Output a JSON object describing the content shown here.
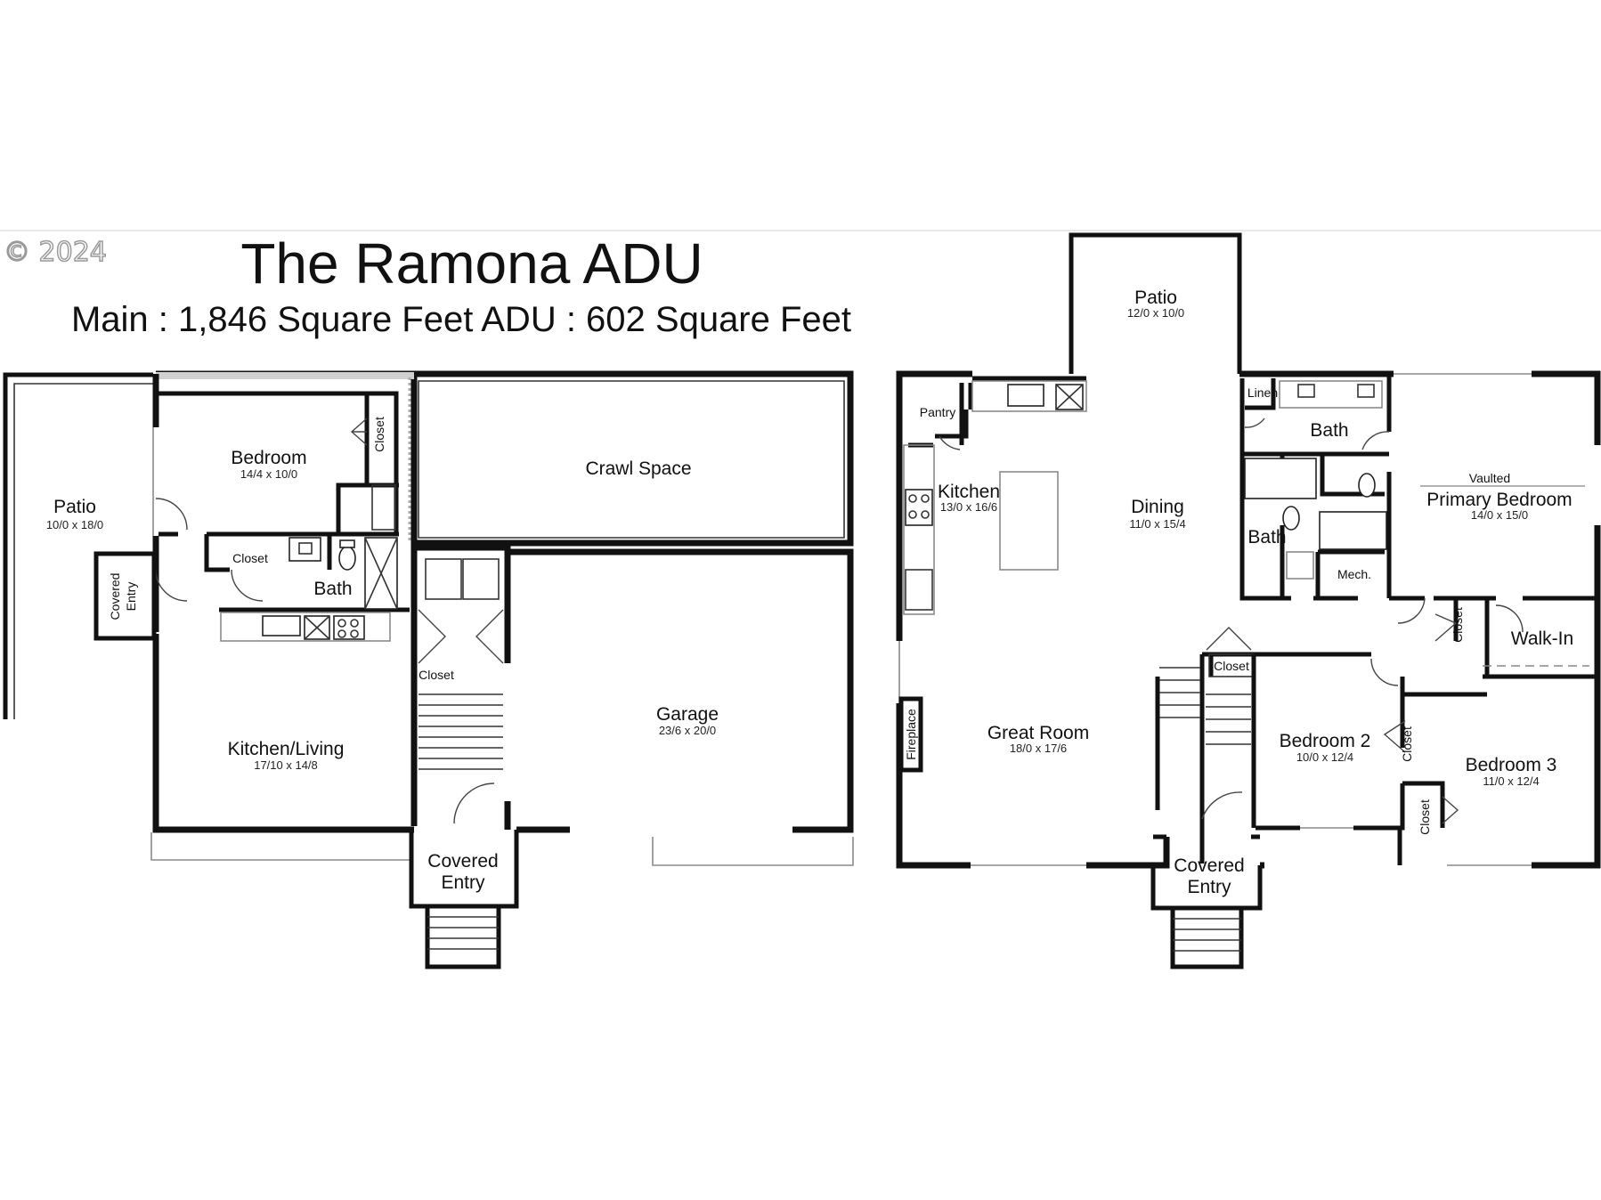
{
  "copyright": "© 2024",
  "title": "The Ramona ADU",
  "subtitle": "Main : 1,846 Square Feet  ADU : 602 Square Feet",
  "adu_floor": {
    "patio": {
      "name": "Patio",
      "dim": "10/0 x 18/0"
    },
    "covered_entry": {
      "line1": "Covered",
      "line2": "Entry"
    },
    "bedroom": {
      "name": "Bedroom",
      "dim": "14/4 x 10/0"
    },
    "closet_bedroom": "Closet",
    "closet_hall": "Closet",
    "bath": "Bath",
    "kitchen_living": {
      "name": "Kitchen/Living",
      "dim": "17/10 x 14/8"
    },
    "crawl_space": "Crawl Space",
    "closet_stair": "Closet",
    "garage": {
      "name": "Garage",
      "dim": "23/6 x 20/0"
    },
    "front_entry": {
      "line1": "Covered",
      "line2": "Entry"
    }
  },
  "main_floor": {
    "patio": {
      "name": "Patio",
      "dim": "12/0 x 10/0"
    },
    "pantry": "Pantry",
    "kitchen": {
      "name": "Kitchen",
      "dim": "13/0 x 16/6"
    },
    "dining": {
      "name": "Dining",
      "dim": "11/0 x 15/4"
    },
    "linen": "Linen",
    "bath_upper": "Bath",
    "bath_lower": "Bath",
    "mech": "Mech.",
    "primary_bedroom": {
      "note": "Vaulted",
      "name": "Primary Bedroom",
      "dim": "14/0 x 15/0"
    },
    "closet_primary": "Closet",
    "walk_in": "Walk-In",
    "closet_hall": "Closet",
    "fireplace": "Fireplace",
    "great_room": {
      "name": "Great Room",
      "dim": "18/0 x 17/6"
    },
    "bedroom2": {
      "name": "Bedroom 2",
      "dim": "10/0 x 12/4"
    },
    "closet_b2": "Closet",
    "bedroom3": {
      "name": "Bedroom 3",
      "dim": "11/0 x 12/4"
    },
    "closet_b3": "Closet",
    "front_entry": {
      "line1": "Covered",
      "line2": "Entry"
    }
  }
}
